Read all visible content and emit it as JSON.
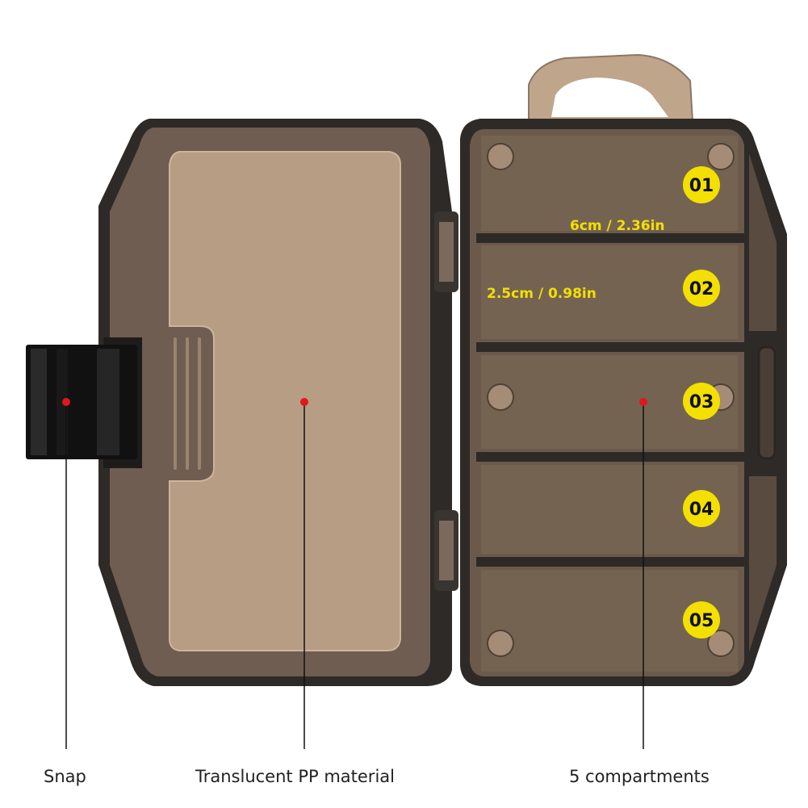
{
  "callouts": {
    "snap": "Snap",
    "material": "Translucent PP material",
    "compartments": "5 compartments"
  },
  "dimensions": {
    "width": "6cm / 2.36in",
    "height": "2.5cm / 0.98in"
  },
  "compartment_labels": [
    "01",
    "02",
    "03",
    "04",
    "05"
  ],
  "colors": {
    "shell_dark": "#2a2725",
    "shell_brown": "#6b5a4c",
    "panel_tan": "#b69d84",
    "label_yellow": "#f3e000",
    "marker_red": "#e0171b"
  }
}
